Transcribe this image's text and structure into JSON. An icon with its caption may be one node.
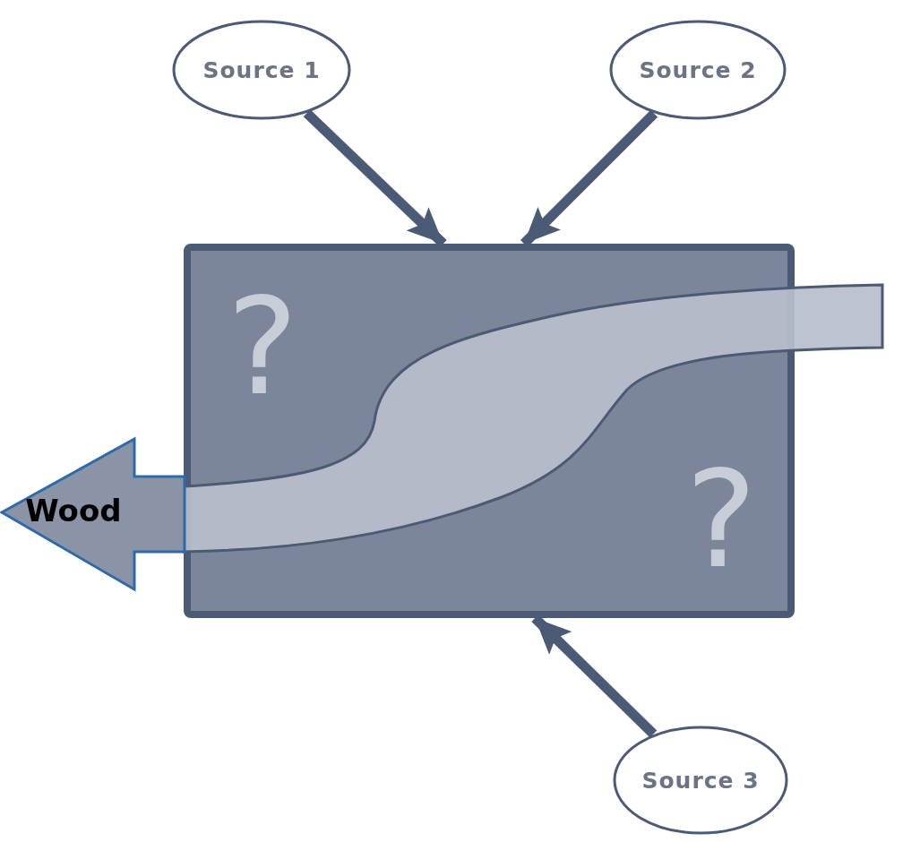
{
  "diagram": {
    "nodes": [
      {
        "text": [
          "Source 1"
        ]
      },
      {
        "text": [
          "Source 2"
        ]
      },
      {
        "text": [
          "?",
          "?"
        ]
      },
      {
        "text": [
          "Wood"
        ]
      },
      {
        "text": [
          "Source 3"
        ]
      }
    ],
    "edges": [
      {
        "from": 0,
        "to": 2,
        "arrow": "to"
      },
      {
        "from": 1,
        "to": 2,
        "arrow": "to"
      },
      {
        "from": 4,
        "to": 2,
        "arrow": "to"
      }
    ]
  }
}
